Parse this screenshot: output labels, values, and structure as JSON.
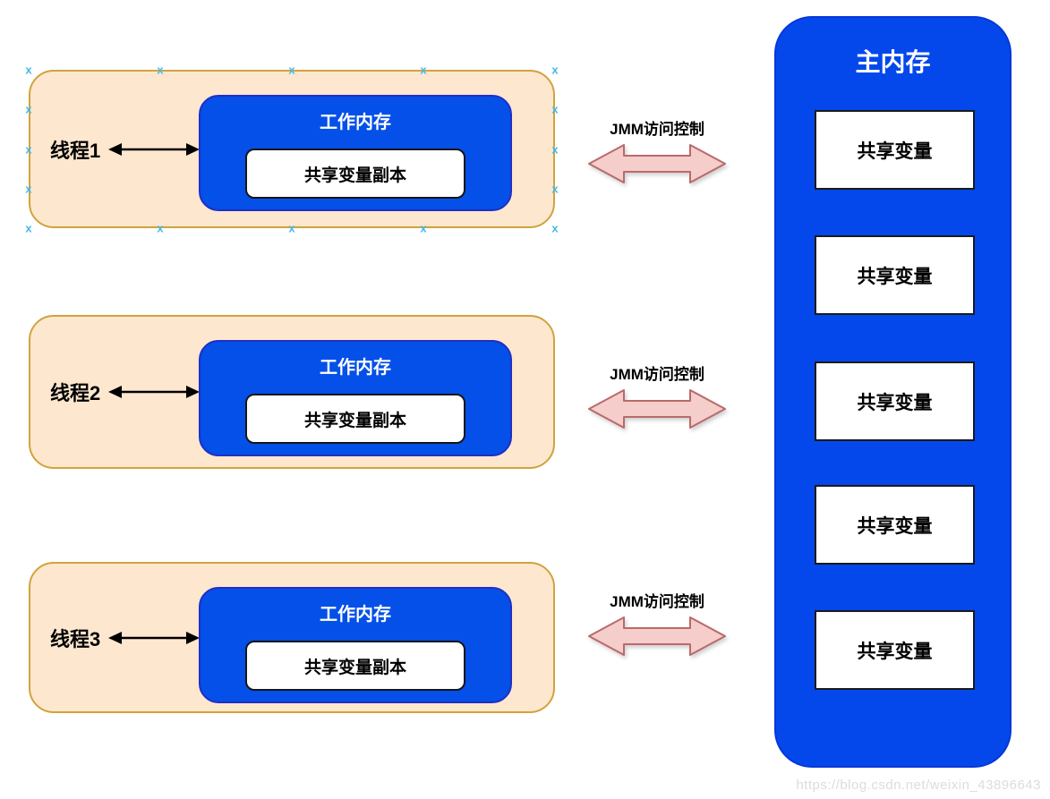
{
  "threads": [
    {
      "label": "线程1",
      "working_memory_title": "工作内存",
      "copy_label": "共享变量副本",
      "selected": true
    },
    {
      "label": "线程2",
      "working_memory_title": "工作内存",
      "copy_label": "共享变量副本",
      "selected": false
    },
    {
      "label": "线程3",
      "working_memory_title": "工作内存",
      "copy_label": "共享变量副本",
      "selected": false
    }
  ],
  "jmm_controls": [
    {
      "label": "JMM访问控制"
    },
    {
      "label": "JMM访问控制"
    },
    {
      "label": "JMM访问控制"
    }
  ],
  "main_memory": {
    "title": "主内存",
    "variables": [
      "共享变量",
      "共享变量",
      "共享变量",
      "共享变量",
      "共享变量"
    ]
  },
  "watermark": "https://blog.csdn.net/weixin_43896643",
  "icons": {
    "selection_handle": "x",
    "thread_memory_arrow": "double-headed-line-arrow",
    "jmm_arrow": "double-headed-block-arrow"
  },
  "colors": {
    "thread_fill": "#FDE7CF",
    "thread_border": "#D1A33C",
    "work_fill": "#0450E8",
    "work_border": "#1F2FC4",
    "main_fill": "#0448EC",
    "main_border": "#0837D8",
    "arrow_fill": "#F5CDCB",
    "arrow_border": "#B96A6A",
    "handle": "#45B8E8",
    "watermark": "#DCDCDC"
  }
}
